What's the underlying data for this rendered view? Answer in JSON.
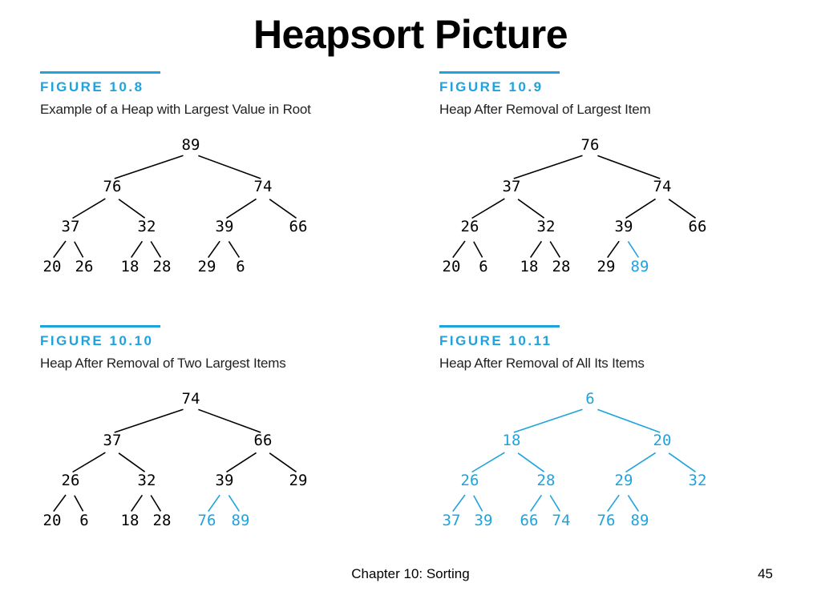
{
  "slide": {
    "title": "Heapsort Picture",
    "footer_center": "Chapter 10: Sorting",
    "page_number": "45"
  },
  "colors": {
    "accent": "#1fa3dd",
    "text": "#000000"
  },
  "figures": [
    {
      "label": "FIGURE 10.8",
      "caption": "Example of a Heap with Largest Value in Root",
      "heap": [
        "89",
        "76",
        "74",
        "37",
        "32",
        "39",
        "66",
        "20",
        "26",
        "18",
        "28",
        "29",
        "6"
      ],
      "highlighted_from": 13
    },
    {
      "label": "FIGURE 10.9",
      "caption": "Heap After Removal of Largest Item",
      "heap": [
        "76",
        "37",
        "74",
        "26",
        "32",
        "39",
        "66",
        "20",
        "6",
        "18",
        "28",
        "29",
        "89"
      ],
      "highlighted_from": 12
    },
    {
      "label": "FIGURE 10.10",
      "caption": "Heap After Removal of Two Largest Items",
      "heap": [
        "74",
        "37",
        "66",
        "26",
        "32",
        "39",
        "29",
        "20",
        "6",
        "18",
        "28",
        "76",
        "89"
      ],
      "highlighted_from": 11
    },
    {
      "label": "FIGURE 10.11",
      "caption": "Heap After Removal of All Its Items",
      "heap": [
        "6",
        "18",
        "20",
        "26",
        "28",
        "29",
        "32",
        "37",
        "39",
        "66",
        "74",
        "76",
        "89"
      ],
      "highlighted_from": 0
    }
  ]
}
